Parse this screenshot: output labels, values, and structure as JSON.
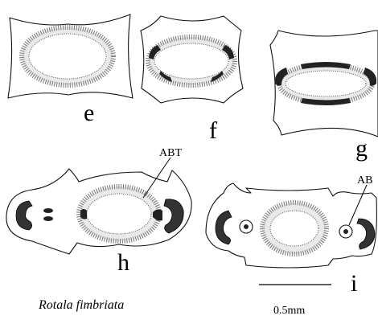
{
  "panels": {
    "e": "e",
    "f": "f",
    "g": "g",
    "h": "h",
    "i": "i"
  },
  "annotations": {
    "h_abt": "ABT",
    "i_ab": "AB"
  },
  "species": "Rotala fimbriata",
  "scale_bar": {
    "label": "0.5mm"
  },
  "colors": {
    "line": "#111111",
    "stipple": "#e9e9e9",
    "dark_band": "#222222"
  }
}
